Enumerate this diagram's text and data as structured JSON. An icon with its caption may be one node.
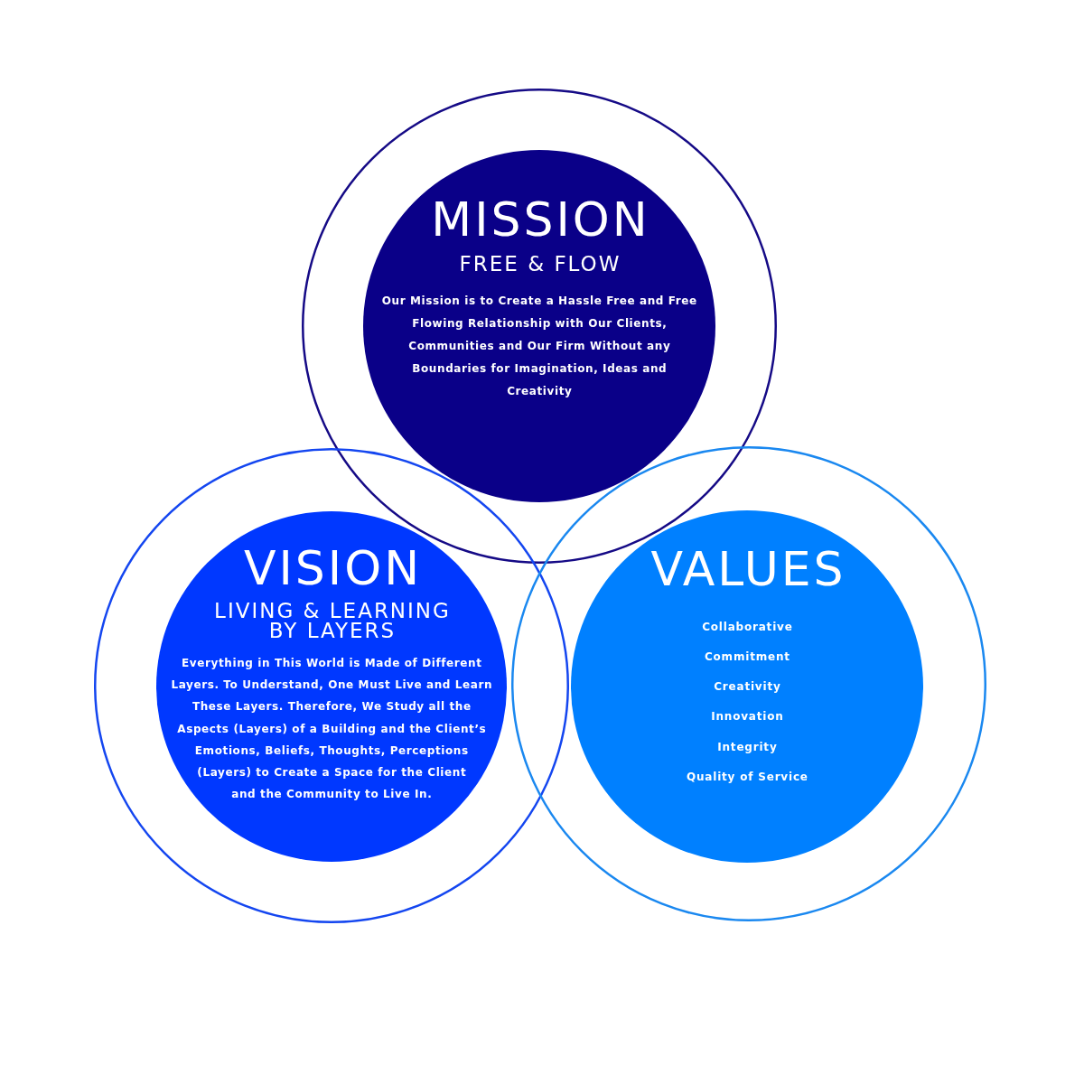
{
  "diagram": {
    "nodes": [
      {
        "text": [],
        "shape": "circle"
      },
      {
        "text": [
          "MISSION",
          "FREE & FLOW",
          "Our Mission is to Create a Hassle Free and Free Flowing Relationship with Our Clients, Communities and Our Firm Without any Boundaries for Imagination, Ideas and Creativity"
        ],
        "in": 0
      },
      {
        "text": [],
        "shape": "circle"
      },
      {
        "text": [
          "VISION",
          "LIVING & LEARNING BY LAYERS",
          "Everything in This World is Made of Different Layers. To Understand, One Must Live and Learn These Layers. Therefore, We Study all the Aspects (Layers) of a Building and the Client’s Emotions, Beliefs, Thoughts, Perceptions (Layers) to Create a Space for the Client and the Community to Live In."
        ],
        "in": 2
      },
      {
        "text": [],
        "shape": "circle"
      },
      {
        "text": [
          "VALUES",
          "Collaborative",
          "Commitment",
          "Creativity",
          "Innovation",
          "Integrity",
          "Quality of Service"
        ],
        "in": 4
      }
    ]
  }
}
